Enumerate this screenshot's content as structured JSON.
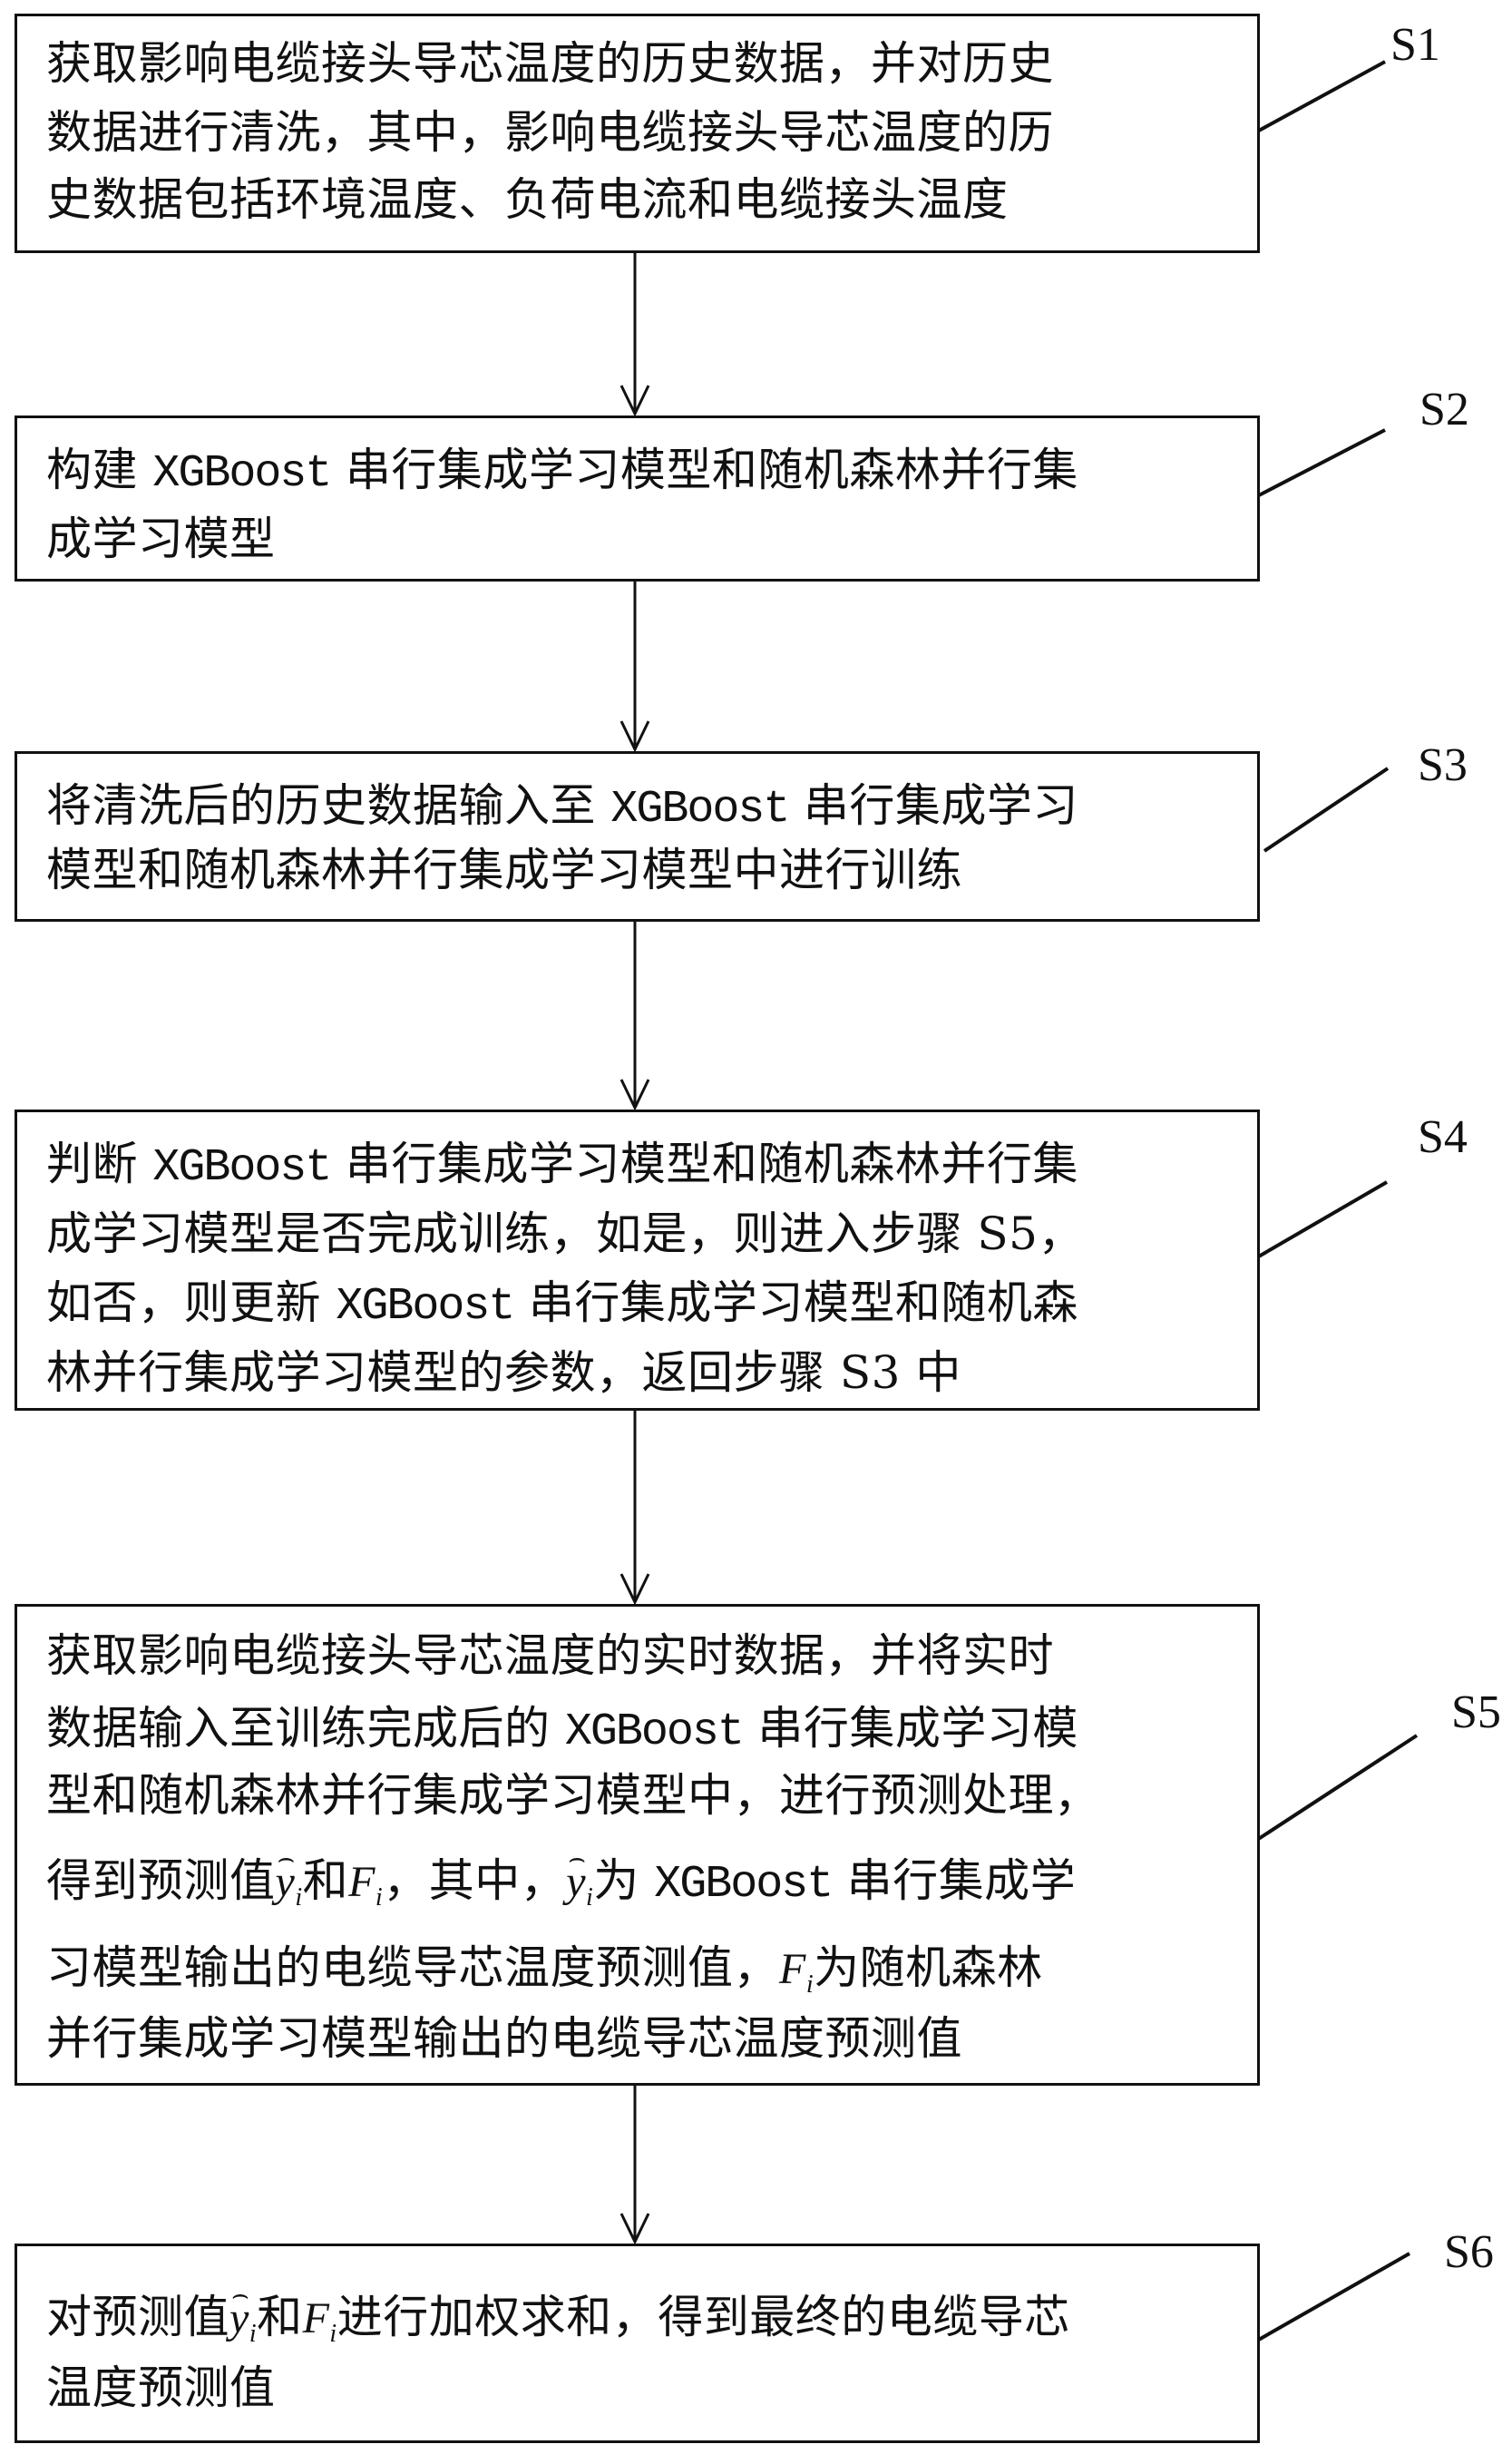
{
  "diagram": {
    "type": "flowchart",
    "steps": [
      {
        "id": "S1",
        "label": "S1",
        "lines": [
          "获取影响电缆接头导芯温度的历史数据，并对历史",
          "数据进行清洗，其中，影响电缆接头导芯温度的历",
          "史数据包括环境温度、负荷电流和电缆接头温度"
        ]
      },
      {
        "id": "S2",
        "label": "S2",
        "lines": [
          "构建 XGBoost 串行集成学习模型和随机森林并行集",
          "成学习模型"
        ]
      },
      {
        "id": "S3",
        "label": "S3",
        "lines": [
          "将清洗后的历史数据输入至 XGBoost 串行集成学习",
          "模型和随机森林并行集成学习模型中进行训练"
        ]
      },
      {
        "id": "S4",
        "label": "S4",
        "lines": [
          "判断 XGBoost 串行集成学习模型和随机森林并行集",
          "成学习模型是否完成训练，如是，则进入步骤 S5，",
          "如否，则更新 XGBoost 串行集成学习模型和随机森",
          "林并行集成学习模型的参数，返回步骤 S3 中"
        ]
      },
      {
        "id": "S5",
        "label": "S5",
        "lines": [
          "获取影响电缆接头导芯温度的实时数据，并将实时",
          "数据输入至训练完成后的 XGBoost 串行集成学习模",
          "型和随机森林并行集成学习模型中，进行预测处理，"
        ],
        "line4": {
          "a": "得到预测值",
          "sym1": "y",
          "sub1": "i",
          "b": "和",
          "sym2": "F",
          "sub2": "i",
          "c": "，其中，",
          "sym3": "y",
          "sub3": "i",
          "d": "为 XGBoost 串行集成学"
        },
        "line5": {
          "a": "习模型输出的电缆导芯温度预测值，",
          "sym": "F",
          "sub": "i",
          "b": "为随机森林"
        },
        "line6": "并行集成学习模型输出的电缆导芯温度预测值"
      },
      {
        "id": "S6",
        "label": "S6",
        "line1": {
          "a": "对预测值",
          "sym1": "y",
          "sub1": "i",
          "b": "和",
          "sym2": "F",
          "sub2": "i",
          "c": "进行加权求和，得到最终的电缆导芯"
        },
        "line2": "温度预测值"
      }
    ]
  }
}
